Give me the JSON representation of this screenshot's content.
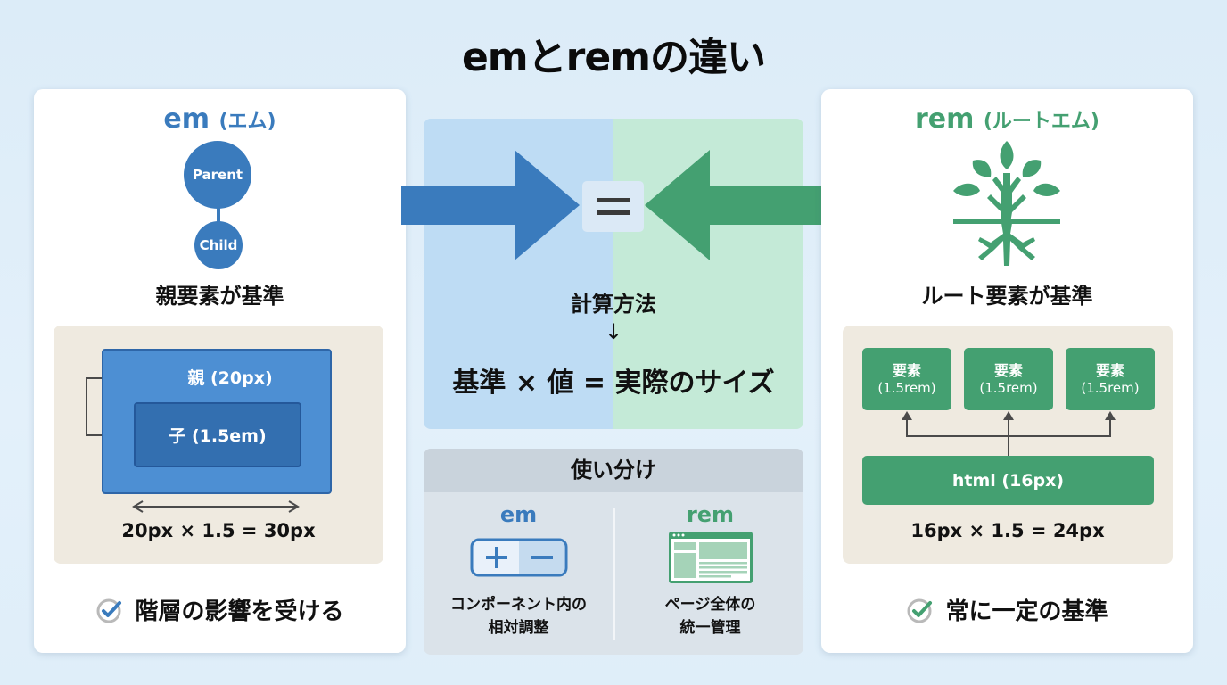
{
  "title": "emとremの違い",
  "colors": {
    "em_blue": "#3a7bbd",
    "rem_green": "#44a071",
    "panel_beige": "#efeae0",
    "background": "#dcecf8"
  },
  "em_card": {
    "heading": "em",
    "heading_reading": "(エム)",
    "tree": {
      "parent_label": "Parent",
      "child_label": "Child"
    },
    "subhead": "親要素が基準",
    "example": {
      "outer_label": "親 (20px)",
      "inner_label": "子 (1.5em)",
      "equation": "20px × 1.5 = 30px"
    },
    "check_text": "階層の影響を受ける",
    "check_icon": "check-circle-icon"
  },
  "center": {
    "equals_symbol": "=",
    "calc_title": "計算方法",
    "calc_arrow": "↓",
    "calc_formula": "基準 × 値 = 実際のサイズ",
    "usage": {
      "header": "使い分け",
      "em": {
        "name": "em",
        "icon": "plus-minus-stepper-icon",
        "desc_line1": "コンポーネント内の",
        "desc_line2": "相対調整"
      },
      "rem": {
        "name": "rem",
        "icon": "webpage-layout-icon",
        "desc_line1": "ページ全体の",
        "desc_line2": "統一管理"
      }
    }
  },
  "rem_card": {
    "heading": "rem",
    "heading_reading": "(ルートエム)",
    "icon": "tree-with-roots-icon",
    "subhead": "ルート要素が基準",
    "example": {
      "elements": [
        {
          "label": "要素",
          "unit": "(1.5rem)"
        },
        {
          "label": "要素",
          "unit": "(1.5rem)"
        },
        {
          "label": "要素",
          "unit": "(1.5rem)"
        }
      ],
      "root_label": "html (16px)",
      "equation": "16px × 1.5 = 24px"
    },
    "check_text": "常に一定の基準",
    "check_icon": "check-circle-icon"
  }
}
